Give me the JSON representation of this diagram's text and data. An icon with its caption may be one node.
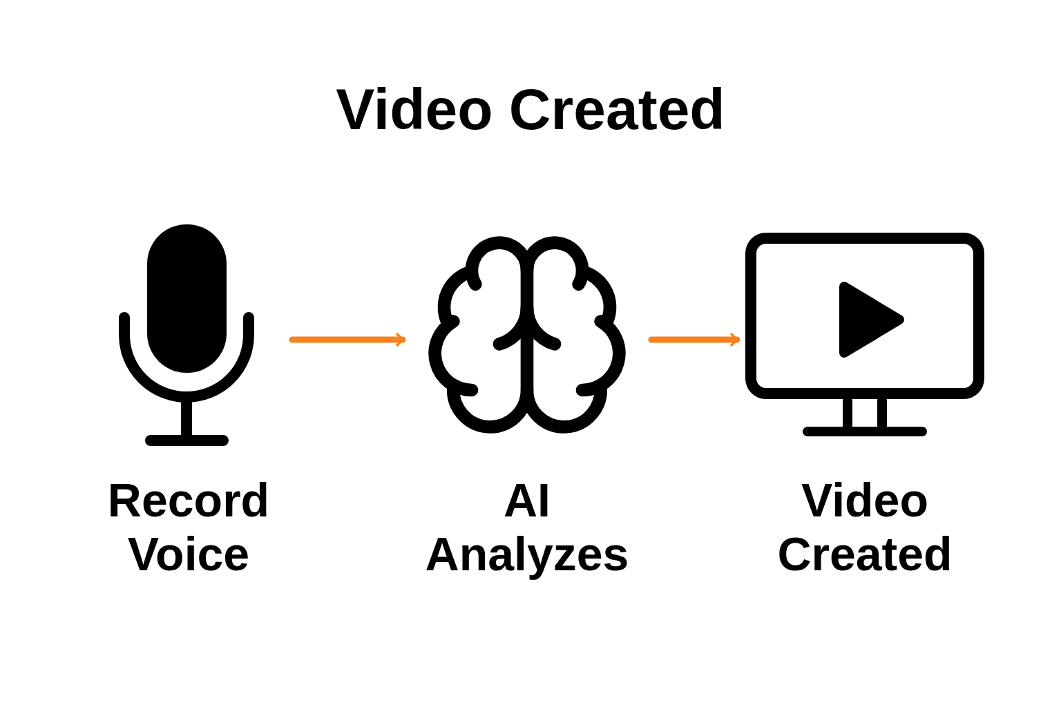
{
  "diagram": {
    "title": "Video Created",
    "nodes": [
      {
        "text": [
          "Record Voice"
        ]
      },
      {
        "text": [
          "AI Analyzes"
        ]
      },
      {
        "text": [
          "Video Created"
        ]
      }
    ],
    "edges": [
      {
        "from": 0,
        "to": 1,
        "arrow": "to",
        "color": "#f7821e"
      },
      {
        "from": 1,
        "to": 2,
        "arrow": "to",
        "color": "#f7821e"
      }
    ]
  }
}
